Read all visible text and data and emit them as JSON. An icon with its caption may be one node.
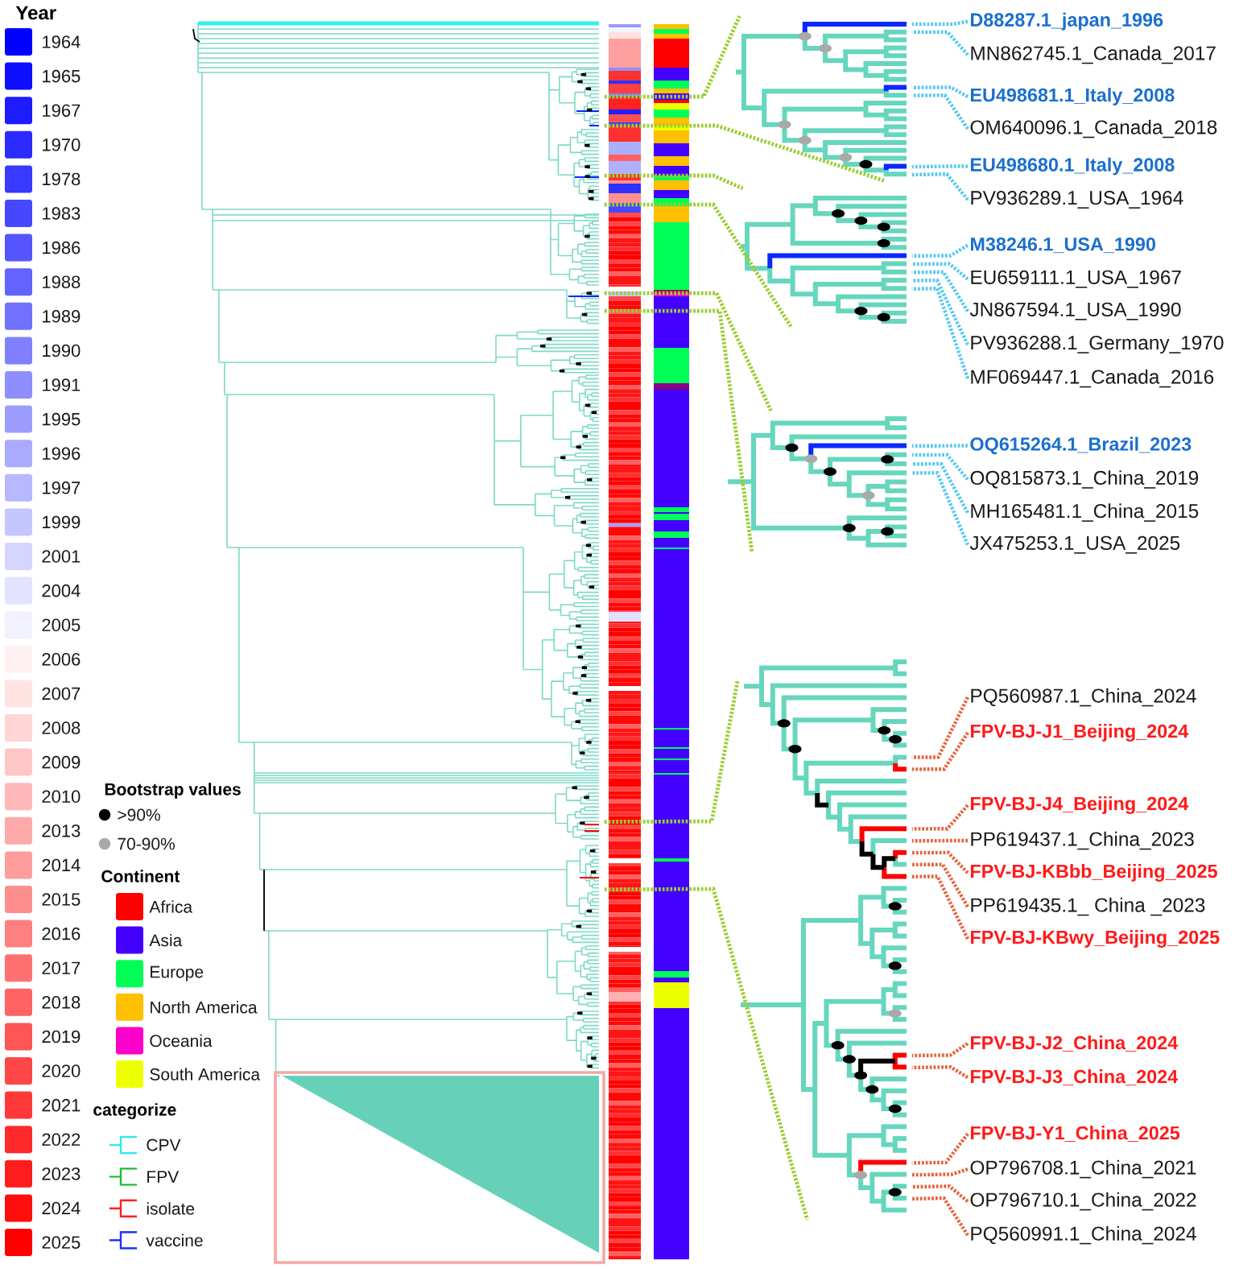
{
  "diagram": {
    "nodes": [
      {
        "text": [],
        "shape": "picture"
      },
      {
        "text": [],
        "shape": "picture"
      },
      {
        "text": [],
        "shape": "picture"
      },
      {
        "text": [],
        "shape": "picture"
      },
      {
        "text": [],
        "shape": "picture"
      },
      {
        "text": [
          "D88287.1_japan_1996"
        ]
      },
      {
        "text": [
          "MN862745.1_Canada_2017"
        ]
      },
      {
        "text": [
          "EU498681.1_Italy_2008"
        ]
      },
      {
        "text": [
          "OM640096.1_Canada_2018"
        ]
      },
      {
        "text": [
          "EU498680.1_Italy_2008"
        ]
      },
      {
        "text": [
          "PV936289.1_USA_1964"
        ]
      },
      {
        "text": [
          "M38246.1_USA_1990"
        ]
      },
      {
        "text": [
          "EU659111.1_USA_1967"
        ]
      },
      {
        "text": [
          "JN867594.1_USA_1990"
        ]
      },
      {
        "text": [
          "PV936288.1_Germany_1970"
        ]
      },
      {
        "text": [
          "MF069447.1_Canada_2016"
        ]
      },
      {
        "text": [
          "OQ615264.1_Brazil_2023"
        ]
      },
      {
        "text": [
          "OQ815873.1_China_2019"
        ]
      },
      {
        "text": [
          "MH165481.1_China_2015"
        ]
      },
      {
        "text": [
          "JX475253.1_USA_2025"
        ]
      },
      {
        "text": [
          "PQ560987.1_China_2024"
        ]
      },
      {
        "text": [
          "FPV-BJ-J1_Beijing_2024"
        ]
      },
      {
        "text": [
          "FPV-BJ-J4_Beijing_2024"
        ]
      },
      {
        "text": [
          "PP619437.1_China_2023"
        ]
      },
      {
        "text": [
          "FPV-BJ-KBbb_Beijing_2025"
        ]
      },
      {
        "text": [
          "PP619435.1_ China _2023"
        ]
      },
      {
        "text": [
          "FPV-BJ-KBwy_Beijing_2025"
        ]
      },
      {
        "text": [
          "FPV-BJ-J2_China_2024"
        ]
      },
      {
        "text": [
          "FPV-BJ-J3_China_2024"
        ]
      },
      {
        "text": [
          "FPV-BJ-Y1_China_2025"
        ]
      },
      {
        "text": [
          "OP796708.1_China_2021"
        ]
      },
      {
        "text": [
          "OP796710.1_China_2022"
        ]
      },
      {
        "text": [
          "PQ560991.1_China_2024"
        ]
      }
    ],
    "edges": [
      {
        "from": 0,
        "to": 1,
        "arrow": "none",
        "style": "dashed",
        "color": "#9acd32"
      },
      {
        "from": 0,
        "to": 1,
        "arrow": "none",
        "style": "dashed",
        "color": "#9acd32"
      },
      {
        "from": 0,
        "to": 2,
        "arrow": "none",
        "style": "dashed",
        "color": "#9acd32"
      },
      {
        "from": 0,
        "to": 2,
        "arrow": "none",
        "style": "dashed",
        "color": "#9acd32"
      },
      {
        "from": 0,
        "to": 3,
        "arrow": "none",
        "style": "dashed",
        "color": "#9acd32"
      },
      {
        "from": 0,
        "to": 3,
        "arrow": "none",
        "style": "dashed",
        "color": "#9acd32"
      },
      {
        "from": 0,
        "to": 4,
        "arrow": "none",
        "style": "dashed",
        "color": "#9acd32"
      },
      {
        "from": 0,
        "to": 4,
        "arrow": "none",
        "style": "dashed",
        "color": "#9acd32"
      },
      {
        "from": 5,
        "to": 1,
        "arrow": "none",
        "style": "dashed",
        "color": "#55c8f5"
      },
      {
        "from": 6,
        "to": 1,
        "arrow": "none",
        "style": "dashed",
        "color": "#55c8f5"
      },
      {
        "from": 7,
        "to": 1,
        "arrow": "none",
        "style": "dashed",
        "color": "#55c8f5"
      },
      {
        "from": 8,
        "to": 1,
        "arrow": "none",
        "style": "dashed",
        "color": "#55c8f5"
      },
      {
        "from": 9,
        "to": 1,
        "arrow": "none",
        "style": "dashed",
        "color": "#55c8f5"
      },
      {
        "from": 10,
        "to": 1,
        "arrow": "none",
        "style": "dashed",
        "color": "#55c8f5"
      },
      {
        "from": 11,
        "to": 2,
        "arrow": "none",
        "style": "dashed",
        "color": "#55c8f5"
      },
      {
        "from": 12,
        "to": 2,
        "arrow": "none",
        "style": "dashed",
        "color": "#55c8f5"
      },
      {
        "from": 13,
        "to": 2,
        "arrow": "none",
        "style": "dashed",
        "color": "#55c8f5"
      },
      {
        "from": 14,
        "to": 2,
        "arrow": "none",
        "style": "dashed",
        "color": "#55c8f5"
      },
      {
        "from": 15,
        "to": 2,
        "arrow": "none",
        "style": "dashed",
        "color": "#55c8f5"
      },
      {
        "from": 16,
        "to": 3,
        "arrow": "none",
        "style": "dashed",
        "color": "#55c8f5"
      },
      {
        "from": 17,
        "to": 3,
        "arrow": "none",
        "style": "dashed",
        "color": "#55c8f5"
      },
      {
        "from": 18,
        "to": 3,
        "arrow": "none",
        "style": "dashed",
        "color": "#55c8f5"
      },
      {
        "from": 19,
        "to": 3,
        "arrow": "none",
        "style": "dashed",
        "color": "#55c8f5"
      },
      {
        "from": 20,
        "to": 4,
        "arrow": "none",
        "style": "dashed",
        "color": "#e8623a"
      },
      {
        "from": 21,
        "to": 4,
        "arrow": "none",
        "style": "dashed",
        "color": "#e8623a"
      },
      {
        "from": 22,
        "to": 4,
        "arrow": "none",
        "style": "dashed",
        "color": "#e8623a"
      },
      {
        "from": 23,
        "to": 4,
        "arrow": "none",
        "style": "dashed",
        "color": "#e8623a"
      },
      {
        "from": 24,
        "to": 4,
        "arrow": "none",
        "style": "dashed",
        "color": "#e8623a"
      },
      {
        "from": 25,
        "to": 4,
        "arrow": "none",
        "style": "dashed",
        "color": "#e8623a"
      },
      {
        "from": 26,
        "to": 4,
        "arrow": "none",
        "style": "dashed",
        "color": "#e8623a"
      },
      {
        "from": 27,
        "to": 4,
        "arrow": "none",
        "style": "dashed",
        "color": "#e8623a"
      },
      {
        "from": 28,
        "to": 4,
        "arrow": "none",
        "style": "dashed",
        "color": "#e8623a"
      },
      {
        "from": 29,
        "to": 4,
        "arrow": "none",
        "style": "dashed",
        "color": "#e8623a"
      },
      {
        "from": 30,
        "to": 4,
        "arrow": "none",
        "style": "dashed",
        "color": "#e8623a"
      },
      {
        "from": 31,
        "to": 4,
        "arrow": "none",
        "style": "dashed",
        "color": "#e8623a"
      },
      {
        "from": 32,
        "to": 4,
        "arrow": "none",
        "style": "dashed",
        "color": "#e8623a"
      }
    ],
    "labels": [
      "Year",
      "Bootstrap values",
      "Continent",
      "categorize"
    ],
    "legend": [
      {
        "text": "1964",
        "color": "#0000ff"
      },
      {
        "text": "1965",
        "color": "#0e0eff"
      },
      {
        "text": "1967",
        "color": "#1c1cff"
      },
      {
        "text": "1970",
        "color": "#2b2bff"
      },
      {
        "text": "1978",
        "color": "#3939ff"
      },
      {
        "text": "1983",
        "color": "#4747ff"
      },
      {
        "text": "1986",
        "color": "#5555ff"
      },
      {
        "text": "1988",
        "color": "#6363ff"
      },
      {
        "text": "1989",
        "color": "#7171ff"
      },
      {
        "text": "1990",
        "color": "#8080ff"
      },
      {
        "text": "1991",
        "color": "#8e8eff"
      },
      {
        "text": "1995",
        "color": "#9c9cff"
      },
      {
        "text": "1996",
        "color": "#aaaaff"
      },
      {
        "text": "1997",
        "color": "#b8b8ff"
      },
      {
        "text": "1999",
        "color": "#c6c6ff"
      },
      {
        "text": "2001",
        "color": "#d5d5ff"
      },
      {
        "text": "2004",
        "color": "#e3e3ff"
      },
      {
        "text": "2005",
        "color": "#f1f1ff"
      },
      {
        "text": "2006",
        "color": "#fff1f1"
      },
      {
        "text": "2007",
        "color": "#ffe3e3"
      },
      {
        "text": "2008",
        "color": "#ffd5d5"
      },
      {
        "text": "2009",
        "color": "#ffc6c6"
      },
      {
        "text": "2010",
        "color": "#ffb8b8"
      },
      {
        "text": "2013",
        "color": "#ffaaaa"
      },
      {
        "text": "2014",
        "color": "#ff9c9c"
      },
      {
        "text": "2015",
        "color": "#ff8e8e"
      },
      {
        "text": "2016",
        "color": "#ff8080"
      },
      {
        "text": "2017",
        "color": "#ff7171"
      },
      {
        "text": "2018",
        "color": "#ff6363"
      },
      {
        "text": "2019",
        "color": "#ff5555"
      },
      {
        "text": "2020",
        "color": "#ff4747"
      },
      {
        "text": "2021",
        "color": "#ff3939"
      },
      {
        "text": "2022",
        "color": "#ff2b2b"
      },
      {
        "text": "2023",
        "color": "#ff1c1c"
      },
      {
        "text": "2024",
        "color": "#ff0e0e"
      },
      {
        "text": "2025",
        "color": "#ff0000"
      },
      {
        "text": ">90%"
      },
      {
        "text": "70-90%"
      },
      {
        "text": "Africa",
        "color": "#ff0000"
      },
      {
        "text": "Asia",
        "color": "#4400ff"
      },
      {
        "text": "Europe",
        "color": "#00ff55"
      },
      {
        "text": "North America",
        "color": "#ffc000"
      },
      {
        "text": "Oceania",
        "color": "#ff00cc"
      },
      {
        "text": "South America",
        "color": "#eeff00"
      },
      {
        "text": "CPV"
      },
      {
        "text": "FPV"
      },
      {
        "text": "isolate"
      },
      {
        "text": "vaccine"
      }
    ]
  }
}
